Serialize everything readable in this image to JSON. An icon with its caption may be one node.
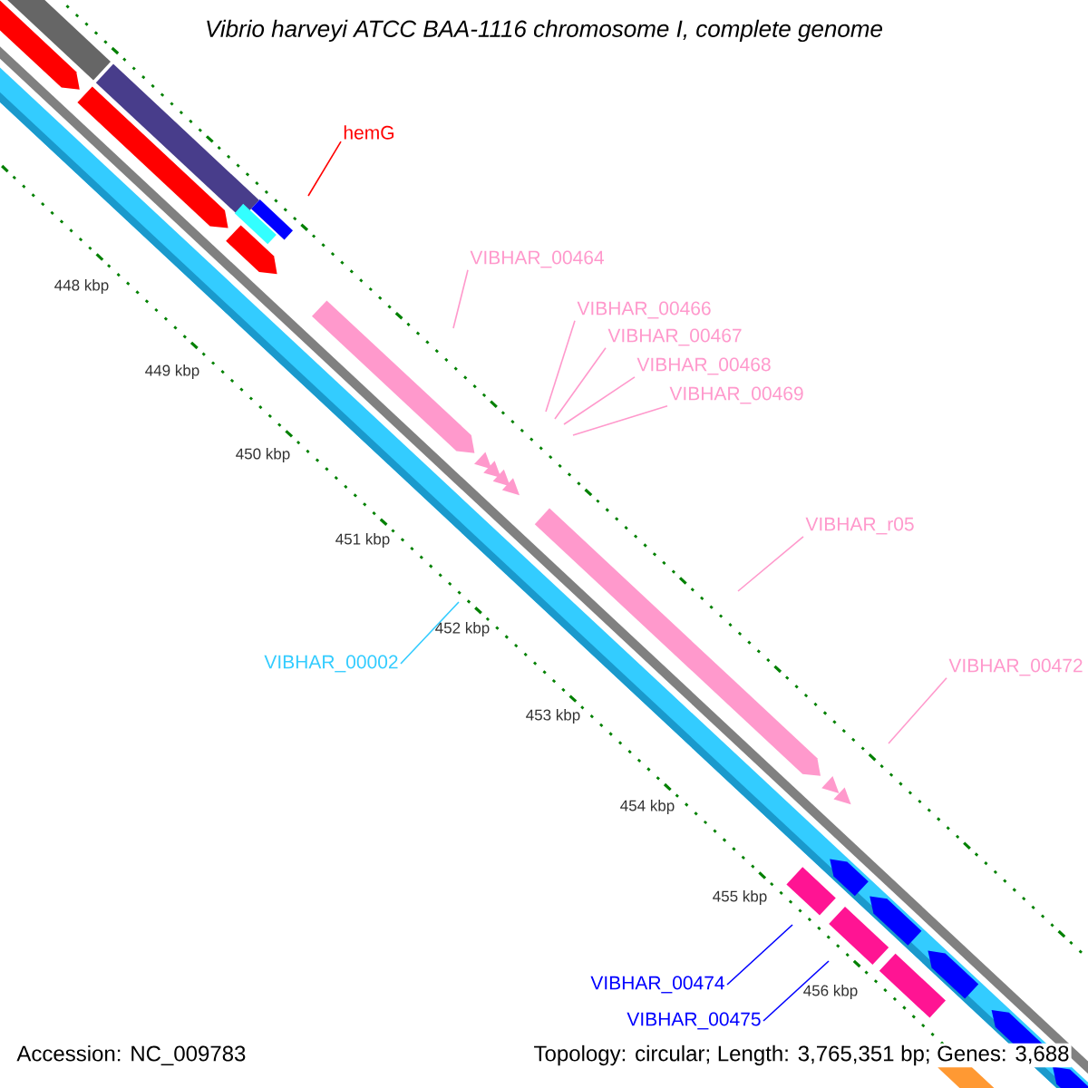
{
  "diagram": {
    "title": "Vibrio harveyi ATCC BAA-1116 chromosome I, complete genome",
    "nodes": [
      {
        "text": [
          "hemG"
        ]
      },
      {
        "text": [
          "VIBHAR_00464"
        ]
      },
      {
        "text": [
          "VIBHAR_00466"
        ]
      },
      {
        "text": [
          "VIBHAR_00467"
        ]
      },
      {
        "text": [
          "VIBHAR_00468"
        ]
      },
      {
        "text": [
          "VIBHAR_00469"
        ]
      },
      {
        "text": [
          "VIBHAR_r05"
        ]
      },
      {
        "text": [
          "VIBHAR_00472"
        ]
      },
      {
        "text": [
          "VIBHAR_00002"
        ]
      },
      {
        "text": [
          "VIBHAR_00474"
        ]
      },
      {
        "text": [
          "VIBHAR_00475"
        ]
      }
    ],
    "edges": [
      {
        "from": 0,
        "to": null,
        "arrow": "none",
        "color": "#ff0000"
      },
      {
        "from": 1,
        "to": null,
        "arrow": "none"
      },
      {
        "from": 2,
        "to": null,
        "arrow": "none"
      },
      {
        "from": 3,
        "to": null,
        "arrow": "none"
      },
      {
        "from": 4,
        "to": null,
        "arrow": "none"
      },
      {
        "from": 5,
        "to": null,
        "arrow": "none"
      },
      {
        "from": 6,
        "to": null,
        "arrow": "none"
      },
      {
        "from": 7,
        "to": null,
        "arrow": "none"
      },
      {
        "from": 8,
        "to": null,
        "arrow": "none",
        "color": "#33ccff"
      },
      {
        "from": 9,
        "to": null,
        "arrow": "none",
        "color": "#0000ff"
      },
      {
        "from": 10,
        "to": null,
        "arrow": "none",
        "color": "#0000ff"
      }
    ],
    "labels": [
      "448 kbp",
      "449 kbp",
      "450 kbp",
      "451 kbp",
      "452 kbp",
      "453 kbp",
      "454 kbp",
      "455 kbp",
      "456 kbp",
      "Accession: NC_009783",
      "Topology: circular; Length: 3,765,351 bp; Genes: 3,688"
    ]
  }
}
